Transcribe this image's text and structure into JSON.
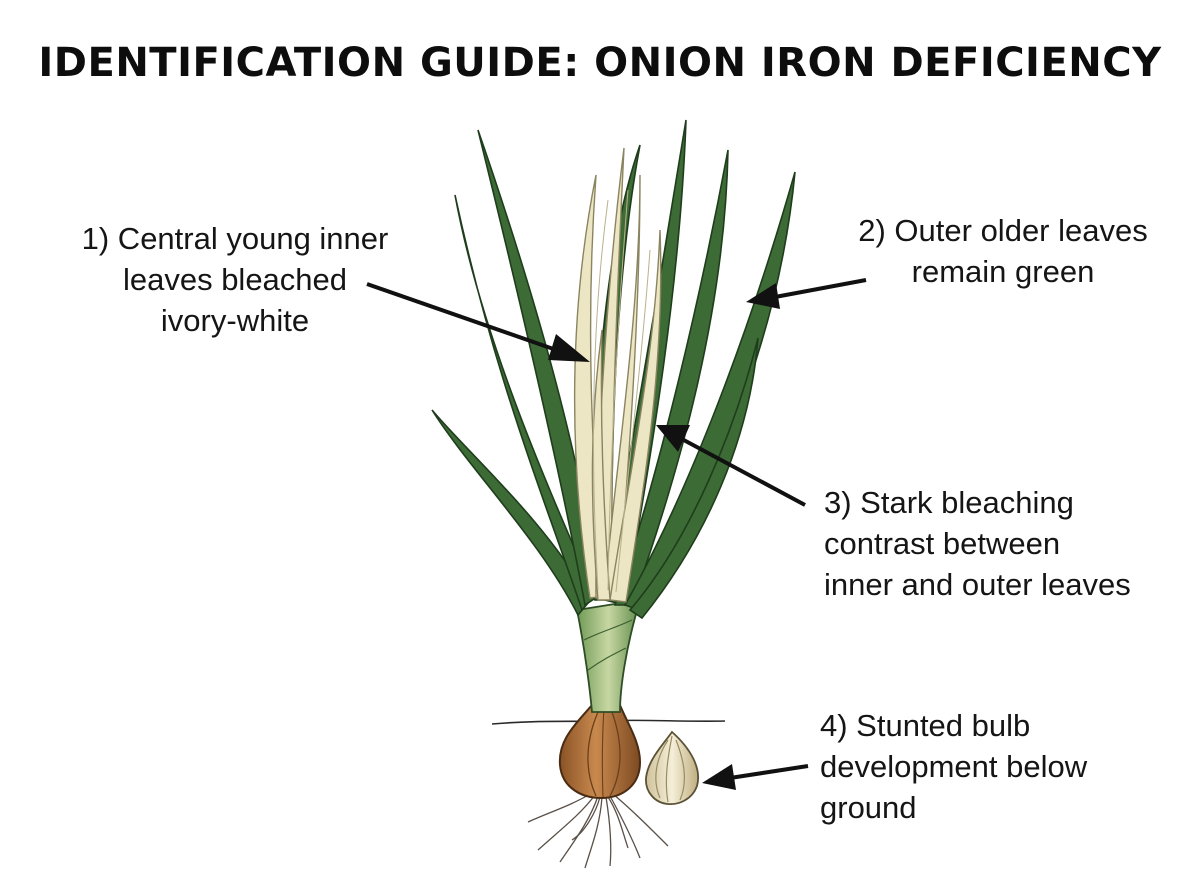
{
  "title": "IDENTIFICATION GUIDE: ONION IRON DEFICIENCY",
  "callouts": [
    {
      "lines": [
        "1) Central young inner",
        "leaves bleached",
        "ivory-white"
      ]
    },
    {
      "lines": [
        "2) Outer older leaves",
        "remain green"
      ]
    },
    {
      "lines": [
        "3) Stark bleaching",
        "contrast between",
        "inner and outer leaves"
      ]
    },
    {
      "lines": [
        "4) Stunted bulb",
        "development below",
        "ground"
      ]
    }
  ],
  "colors": {
    "outer_leaf": "#3d6b35",
    "outer_leaf_edge": "#1f3d1c",
    "inner_leaf": "#ece6c4",
    "inner_leaf_edge": "#8a8460",
    "bulb": "#b5743e",
    "small_bulb": "#ece3c6",
    "arrow": "#111111"
  }
}
